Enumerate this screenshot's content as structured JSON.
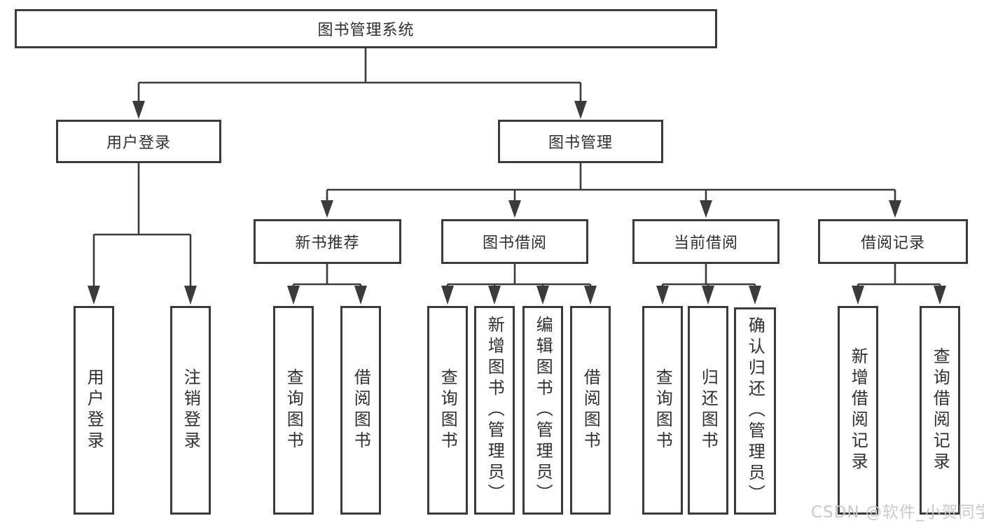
{
  "nodes": {
    "root": {
      "label": "图书管理系统"
    },
    "user_login": {
      "label": "用户登录"
    },
    "book_mgmt": {
      "label": "图书管理"
    },
    "new_book_rec": {
      "label": "新书推荐"
    },
    "book_borrow": {
      "label": "图书借阅"
    },
    "current_borrow": {
      "label": "当前借阅"
    },
    "borrow_records": {
      "label": "借阅记录"
    },
    "leaf_user_login": {
      "label": "用户登录"
    },
    "leaf_logout": {
      "label": "注销登录"
    },
    "leaf_rec_query_book": {
      "label": "查询图书"
    },
    "leaf_rec_borrow_book": {
      "label": "借阅图书"
    },
    "leaf_bb_query_book": {
      "label": "查询图书"
    },
    "leaf_bb_add_book": {
      "label": "新增图书（管理员）"
    },
    "leaf_bb_edit_book": {
      "label": "编辑图书（管理员）"
    },
    "leaf_bb_borrow_book": {
      "label": "借阅图书"
    },
    "leaf_cb_query_book": {
      "label": "查询图书"
    },
    "leaf_cb_return_book": {
      "label": "归还图书"
    },
    "leaf_cb_confirm_return": {
      "label": "确认归还（管理员）"
    },
    "leaf_br_add_record": {
      "label": "新增借阅记录"
    },
    "leaf_br_query_record": {
      "label": "查询借阅记录"
    }
  },
  "watermark": "CSDN @软件_小贺同学",
  "colors": {
    "line": "#3b3b3b",
    "box_border": "#3a3a3a",
    "text": "#2f2f2f",
    "watermark": "#c6c6c6",
    "background": "#ffffff"
  }
}
